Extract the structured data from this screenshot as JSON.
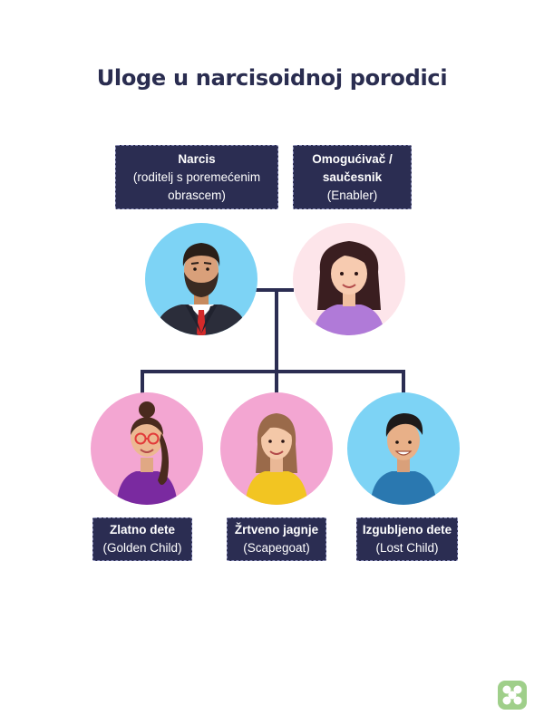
{
  "title": "Uloge u narcisoidnoj porodici",
  "colors": {
    "navy": "#2b2d52",
    "blue_circle": "#7dd3f5",
    "pink_circle": "#f3a6d2",
    "light_pink_circle": "#fde5ea",
    "connector": "#2b2d52"
  },
  "parents": [
    {
      "role": "Narcis",
      "desc_line1": "(roditelj s poremećenim",
      "desc_line2": "obrascem)",
      "avatar": "bearded-man-suit-icon"
    },
    {
      "role_line1": "Omogućivač /",
      "role_line2": "saučesnik",
      "desc": "(Enabler)",
      "avatar": "woman-purple-top-icon"
    }
  ],
  "children": [
    {
      "role": "Zlatno dete",
      "desc": "(Golden Child)",
      "avatar": "girl-glasses-icon"
    },
    {
      "role": "Žrtveno jagnje",
      "desc": "(Scapegoat)",
      "avatar": "girl-yellow-sweater-icon"
    },
    {
      "role": "Izgubljeno dete",
      "desc": "(Lost Child)",
      "avatar": "boy-blue-shirt-icon"
    }
  ]
}
